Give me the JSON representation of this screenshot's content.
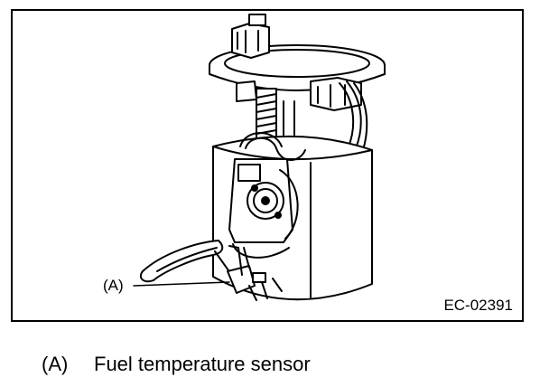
{
  "figure": {
    "code": "EC-02391",
    "callouts": [
      {
        "key": "(A)"
      }
    ]
  },
  "legend": [
    {
      "key": "(A)",
      "text": "Fuel temperature sensor"
    }
  ]
}
